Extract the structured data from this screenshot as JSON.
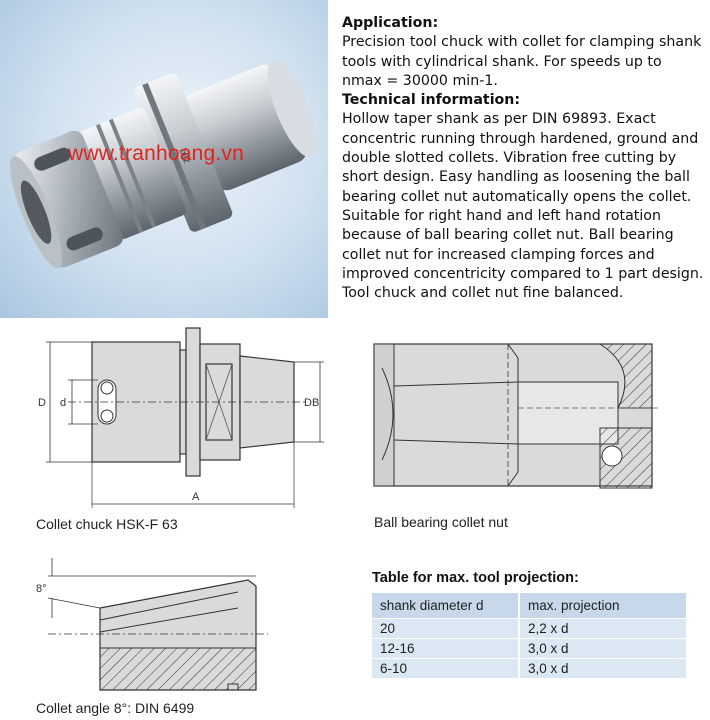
{
  "watermark": "www.tranhoang.vn",
  "photo_brand": "bilz",
  "application": {
    "heading": "Application:",
    "text": "Precision tool chuck with collet for clamping shank tools with cylindrical shank. For speeds up to nmax = 30000 min-1."
  },
  "technical": {
    "heading": "Technical information:",
    "text": "Hollow taper shank as per DIN 69893. Exact concentric running through hardened, ground and double slotted collets. Vibration free cutting by short design. Easy handling as loosening the ball bearing collet nut automatically opens the collet. Suitable for right hand and left hand rotation because of ball bearing collet nut. Ball bearing collet nut for increased clamping forces and improved concentricity compared to 1 part design. Tool chuck and collet nut fine balanced."
  },
  "drawing1": {
    "caption": "Collet chuck HSK-F 63",
    "dim_D": "D",
    "dim_d": "d",
    "dim_DB": "DB",
    "dim_A": "A"
  },
  "drawing2": {
    "caption": "Ball bearing collet nut"
  },
  "drawing3": {
    "caption": "Collet angle 8°: DIN 6499",
    "angle": "8°"
  },
  "table": {
    "title": "Table for max. tool projection:",
    "headers": [
      "shank diameter d",
      "max. projection"
    ],
    "rows": [
      [
        "20",
        "2,2 x d"
      ],
      [
        "12-16",
        "3,0 x d"
      ],
      [
        "6-10",
        "3,0 x d"
      ]
    ]
  }
}
